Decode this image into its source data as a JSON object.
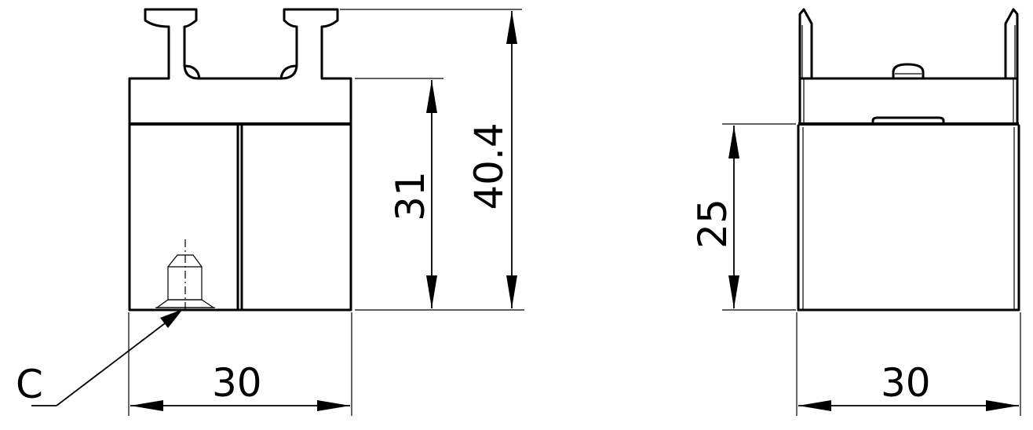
{
  "drawing": {
    "front_view": {
      "dim_height_total": "40.4",
      "dim_height_body": "31",
      "dim_width": "30",
      "callout": "C"
    },
    "side_view": {
      "dim_height": "25",
      "dim_width": "30"
    }
  }
}
